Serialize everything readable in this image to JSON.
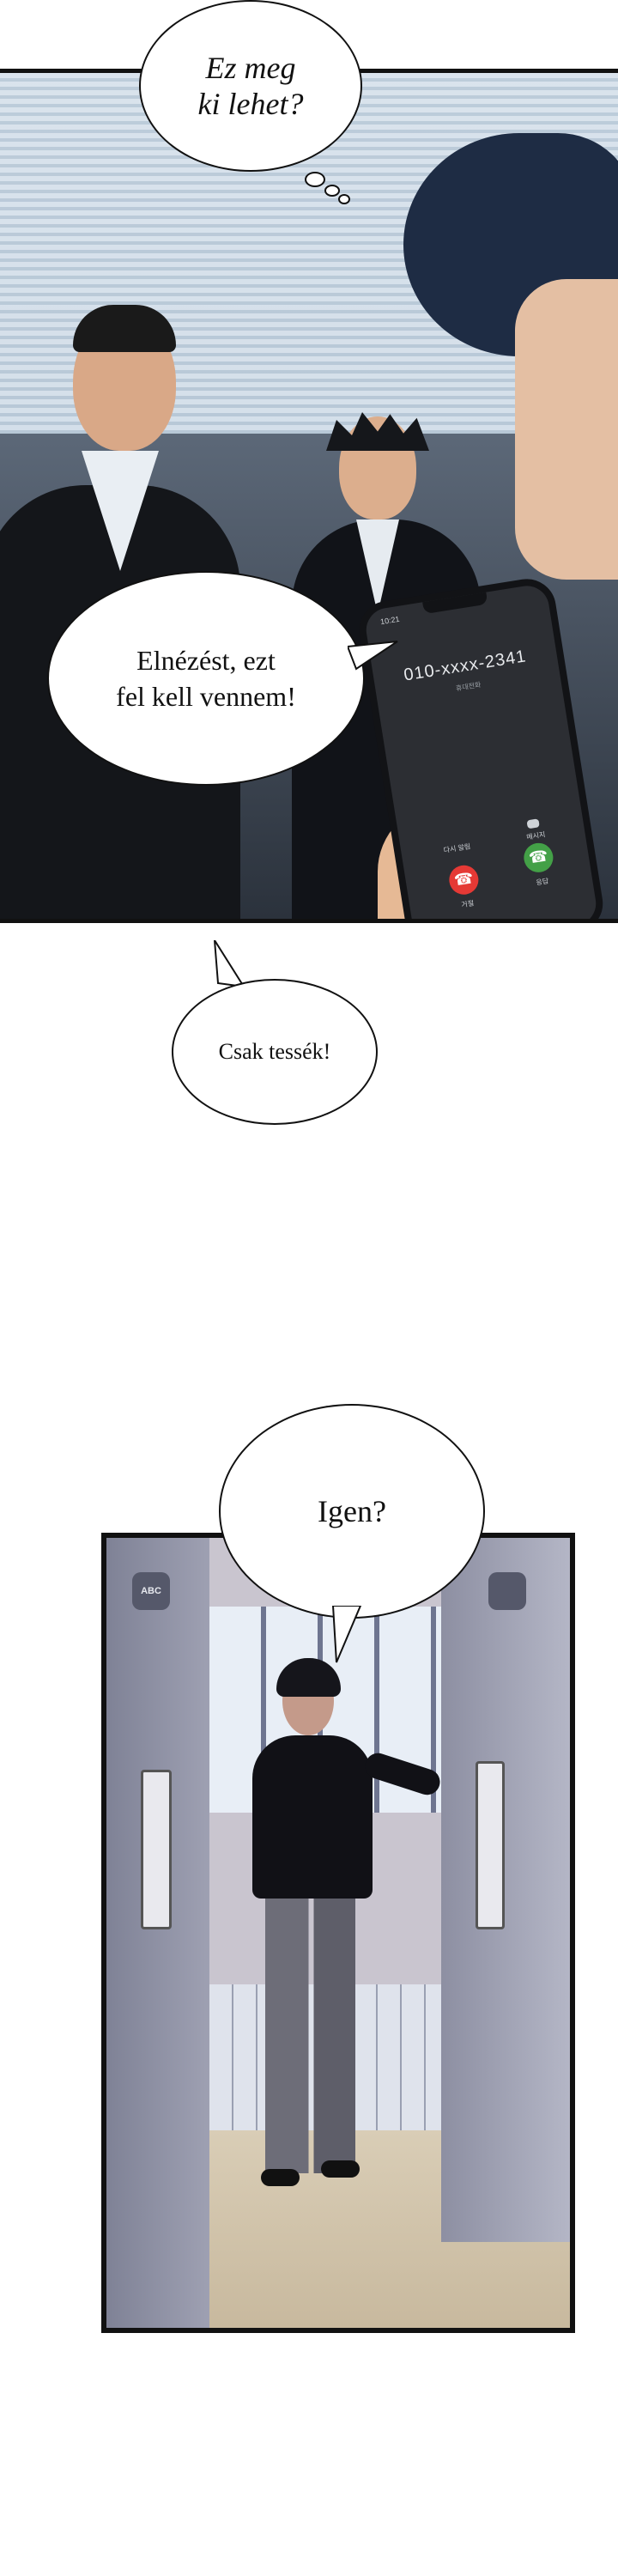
{
  "bubbles": {
    "thought": {
      "line1": "Ez meg",
      "line2": "ki lehet?"
    },
    "apology": {
      "line1": "Elnézést, ezt",
      "line2": "fel kell vennem!"
    },
    "reply": "Csak tessék!",
    "answer": "Igen?"
  },
  "phone": {
    "time": "10:21",
    "number": "010-xxxx-2341",
    "subtitle": "휴대전화",
    "remind_label": "다시 알림",
    "message_label": "메시지",
    "decline_label": "거절",
    "accept_label": "응답",
    "decline_icon": "phone-decline-icon",
    "accept_icon": "phone-accept-icon",
    "decline_color": "#e53935",
    "accept_color": "#43a047"
  },
  "scene2": {
    "door_sign": "ABC"
  }
}
